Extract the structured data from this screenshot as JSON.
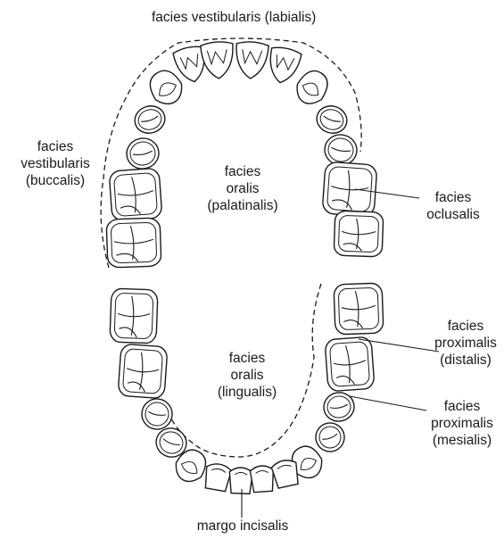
{
  "labels": {
    "upper_vestibular": "facies vestibularis  (labialis)",
    "upper_buccal": [
      "facies",
      "vestibularis",
      "(buccalis)"
    ],
    "upper_oral": [
      "facies",
      "oralis",
      "(palatinalis)"
    ],
    "occlusal": [
      "facies",
      "oclusalis"
    ],
    "lower_oral": [
      "facies",
      "oralis",
      "(lingualis)"
    ],
    "proximal_distal": [
      "facies",
      "proximalis",
      "(distalis)"
    ],
    "proximal_mesial": [
      "facies",
      "proximalis",
      "(mesialis)"
    ],
    "incisal": "margo incisalis"
  },
  "colors": {
    "line": "#1a1a1a",
    "background": "#ffffff"
  }
}
